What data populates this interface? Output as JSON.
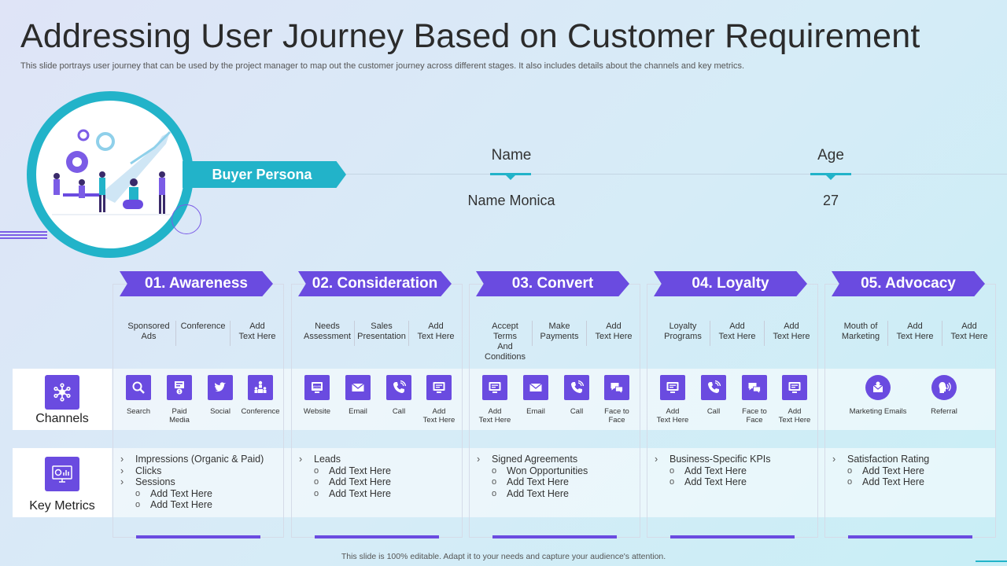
{
  "title": "Addressing User Journey Based on Customer Requirement",
  "subtitle": "This slide portrays user journey that can be used by the project manager to map out the customer journey across different stages. It also includes details about the channels and key metrics.",
  "persona": {
    "banner": "Buyer Persona",
    "name_label": "Name",
    "name_value": "Name  Monica",
    "age_label": "Age",
    "age_value": "27"
  },
  "rows": {
    "channels": "Channels",
    "metrics": "Key Metrics"
  },
  "stages": [
    {
      "header": "01. Awareness",
      "channels": [
        "Sponsored\nAds",
        "Conference",
        "Add\nText Here"
      ],
      "tiles": [
        {
          "label": "Search",
          "icon": "search-icon"
        },
        {
          "label": "Paid\nMedia",
          "icon": "paid-media-icon"
        },
        {
          "label": "Social",
          "icon": "twitter-icon"
        },
        {
          "label": "Conference",
          "icon": "conference-icon"
        }
      ],
      "metrics": [
        {
          "text": "Impressions (Organic & Paid)",
          "level": 1
        },
        {
          "text": "Clicks",
          "level": 1
        },
        {
          "text": "Sessions",
          "level": 1
        },
        {
          "text": "Add Text Here",
          "level": 2
        },
        {
          "text": "Add Text Here",
          "level": 2
        }
      ]
    },
    {
      "header": "02. Consideration",
      "channels": [
        "Needs\nAssessment",
        "Sales\nPresentation",
        "Add\nText Here"
      ],
      "tiles": [
        {
          "label": "Website",
          "icon": "website-icon"
        },
        {
          "label": "Email",
          "icon": "email-icon"
        },
        {
          "label": "Call",
          "icon": "call-icon"
        },
        {
          "label": "Add\nText Here",
          "icon": "monitor-icon"
        }
      ],
      "metrics": [
        {
          "text": "Leads",
          "level": 1
        },
        {
          "text": "Add Text Here",
          "level": 2
        },
        {
          "text": "Add Text Here",
          "level": 2
        },
        {
          "text": "Add Text Here",
          "level": 2
        }
      ]
    },
    {
      "header": "03. Convert",
      "channels": [
        "Accept Terms\nAnd Conditions",
        "Make\nPayments",
        "Add\nText Here"
      ],
      "tiles": [
        {
          "label": "Add\nText Here",
          "icon": "monitor-icon"
        },
        {
          "label": "Email",
          "icon": "email-icon"
        },
        {
          "label": "Call",
          "icon": "call-icon"
        },
        {
          "label": "Face to\nFace",
          "icon": "chat-icon"
        }
      ],
      "metrics": [
        {
          "text": "Signed Agreements",
          "level": 1
        },
        {
          "text": "Won Opportunities",
          "level": 2
        },
        {
          "text": "Add Text Here",
          "level": 2
        },
        {
          "text": "Add Text Here",
          "level": 2
        }
      ]
    },
    {
      "header": "04. Loyalty",
      "channels": [
        "Loyalty\nPrograms",
        "Add\nText Here",
        "Add\nText Here"
      ],
      "tiles": [
        {
          "label": "Add\nText Here",
          "icon": "monitor-icon"
        },
        {
          "label": "Call",
          "icon": "call-icon"
        },
        {
          "label": "Face to\nFace",
          "icon": "chat-icon"
        },
        {
          "label": "Add\nText Here",
          "icon": "monitor-icon"
        }
      ],
      "metrics": [
        {
          "text": "Business-Specific KPIs",
          "level": 1
        },
        {
          "text": "Add Text Here",
          "level": 2
        },
        {
          "text": "Add Text Here",
          "level": 2
        }
      ]
    },
    {
      "header": "05. Advocacy",
      "channels": [
        "Mouth of\nMarketing",
        "Add\nText Here",
        "Add\nText Here"
      ],
      "tiles": [
        {
          "label": "Marketing Emails",
          "icon": "marketing-email-icon"
        },
        {
          "label": "Referral",
          "icon": "referral-icon"
        }
      ],
      "metrics": [
        {
          "text": "Satisfaction Rating",
          "level": 1
        },
        {
          "text": "Add Text Here",
          "level": 2
        },
        {
          "text": "Add Text Here",
          "level": 2
        }
      ]
    }
  ],
  "footer": "This slide is 100% editable. Adapt it to your needs and capture your audience's attention.",
  "colors": {
    "purple": "#6a4be0",
    "teal": "#22b3c9"
  }
}
